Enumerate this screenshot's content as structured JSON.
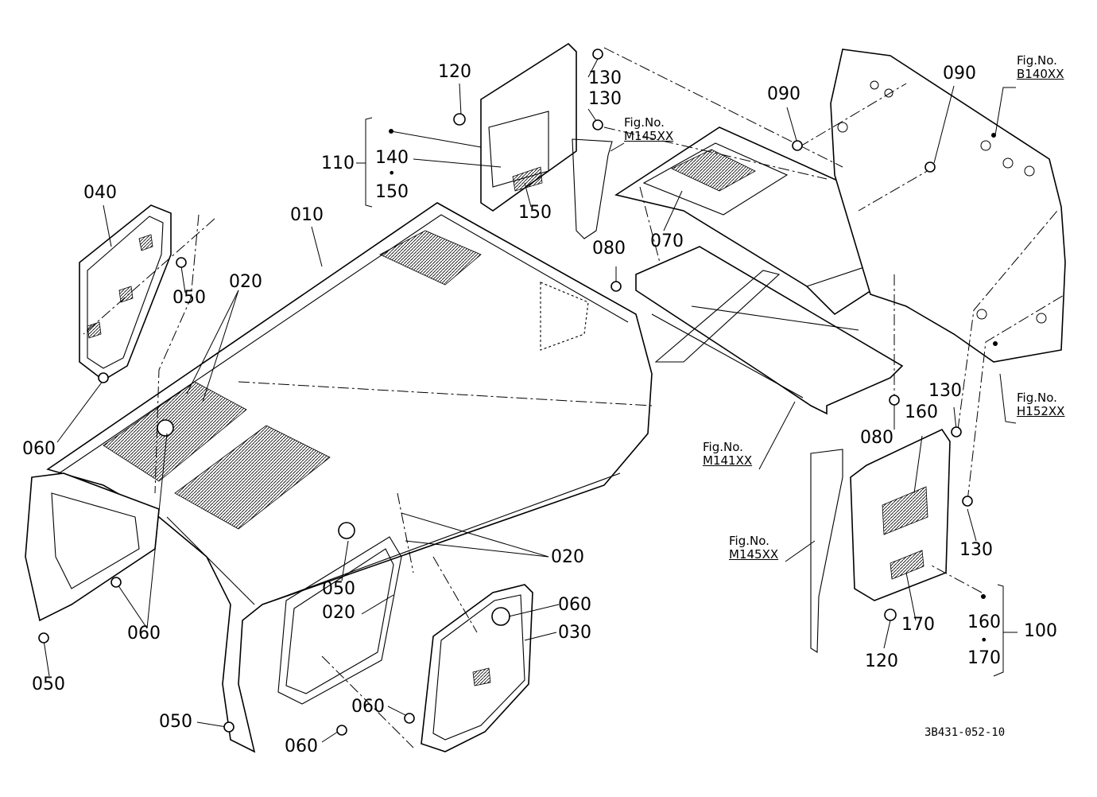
{
  "callouts": {
    "c010": "010",
    "c020_a": "020",
    "c020_b": "020",
    "c020_c": "020",
    "c030": "030",
    "c040": "040",
    "c050_a": "050",
    "c050_b": "050",
    "c050_c": "050",
    "c050_d": "050",
    "c060_a": "060",
    "c060_b": "060",
    "c060_c": "060",
    "c060_d": "060",
    "c060_e": "060",
    "c070": "070",
    "c080_a": "080",
    "c080_b": "080",
    "c090_a": "090",
    "c090_b": "090",
    "c100": "100",
    "c110": "110",
    "c120_a": "120",
    "c120_b": "120",
    "c130_a": "130",
    "c130_b": "130",
    "c130_c": "130",
    "c130_d": "130",
    "c140": "140",
    "c150_a": "150",
    "c150_b": "150",
    "c160_a": "160",
    "c160_b": "160",
    "c170_a": "170",
    "c170_b": "170",
    "dot_a": "•",
    "dot_b": "•"
  },
  "figure_refs": [
    {
      "label": "Fig.No.",
      "code": "B140XX"
    },
    {
      "label": "Fig.No.",
      "code": "M145XX"
    },
    {
      "label": "Fig.No.",
      "code": "H152XX"
    },
    {
      "label": "Fig.No.",
      "code": "M141XX"
    },
    {
      "label": "Fig.No.",
      "code": "M145XX"
    }
  ],
  "drawing_number": "3B431-052-10",
  "colors": {
    "ink": "#000000",
    "paper": "#ffffff"
  }
}
